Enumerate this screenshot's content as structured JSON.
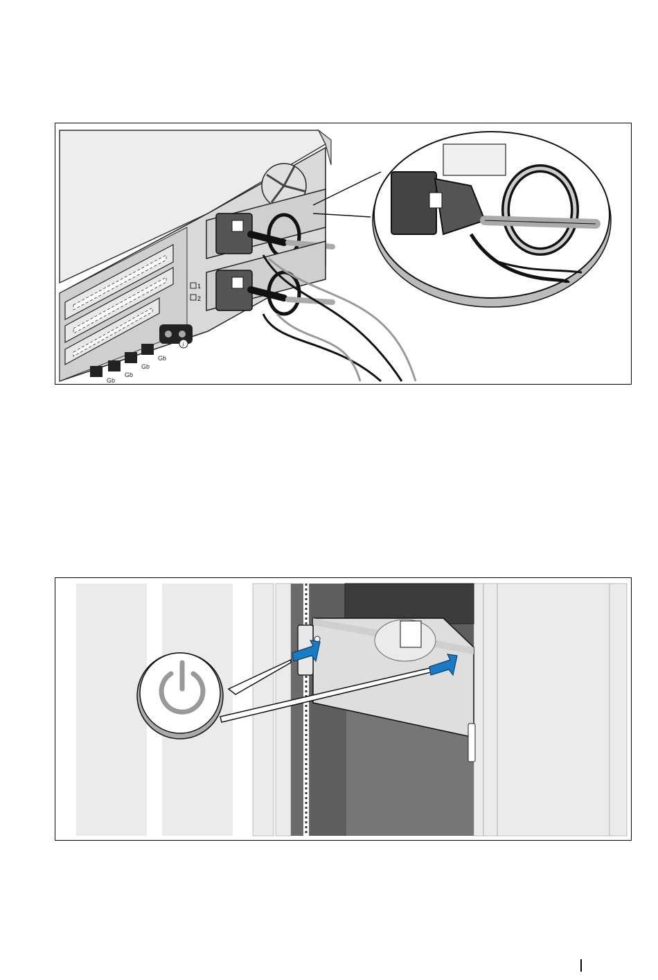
{
  "figures": [
    {
      "id": "power-cable-connection",
      "port_labels": [
        "1",
        "2"
      ],
      "nic_labels": [
        "Gb",
        "Gb",
        "Gb",
        "Gb"
      ],
      "info_glyph": "i"
    },
    {
      "id": "power-on-system",
      "icon": "power-icon",
      "arrow_color": "#1a7bc4"
    }
  ],
  "footer": {
    "page_number": ""
  }
}
